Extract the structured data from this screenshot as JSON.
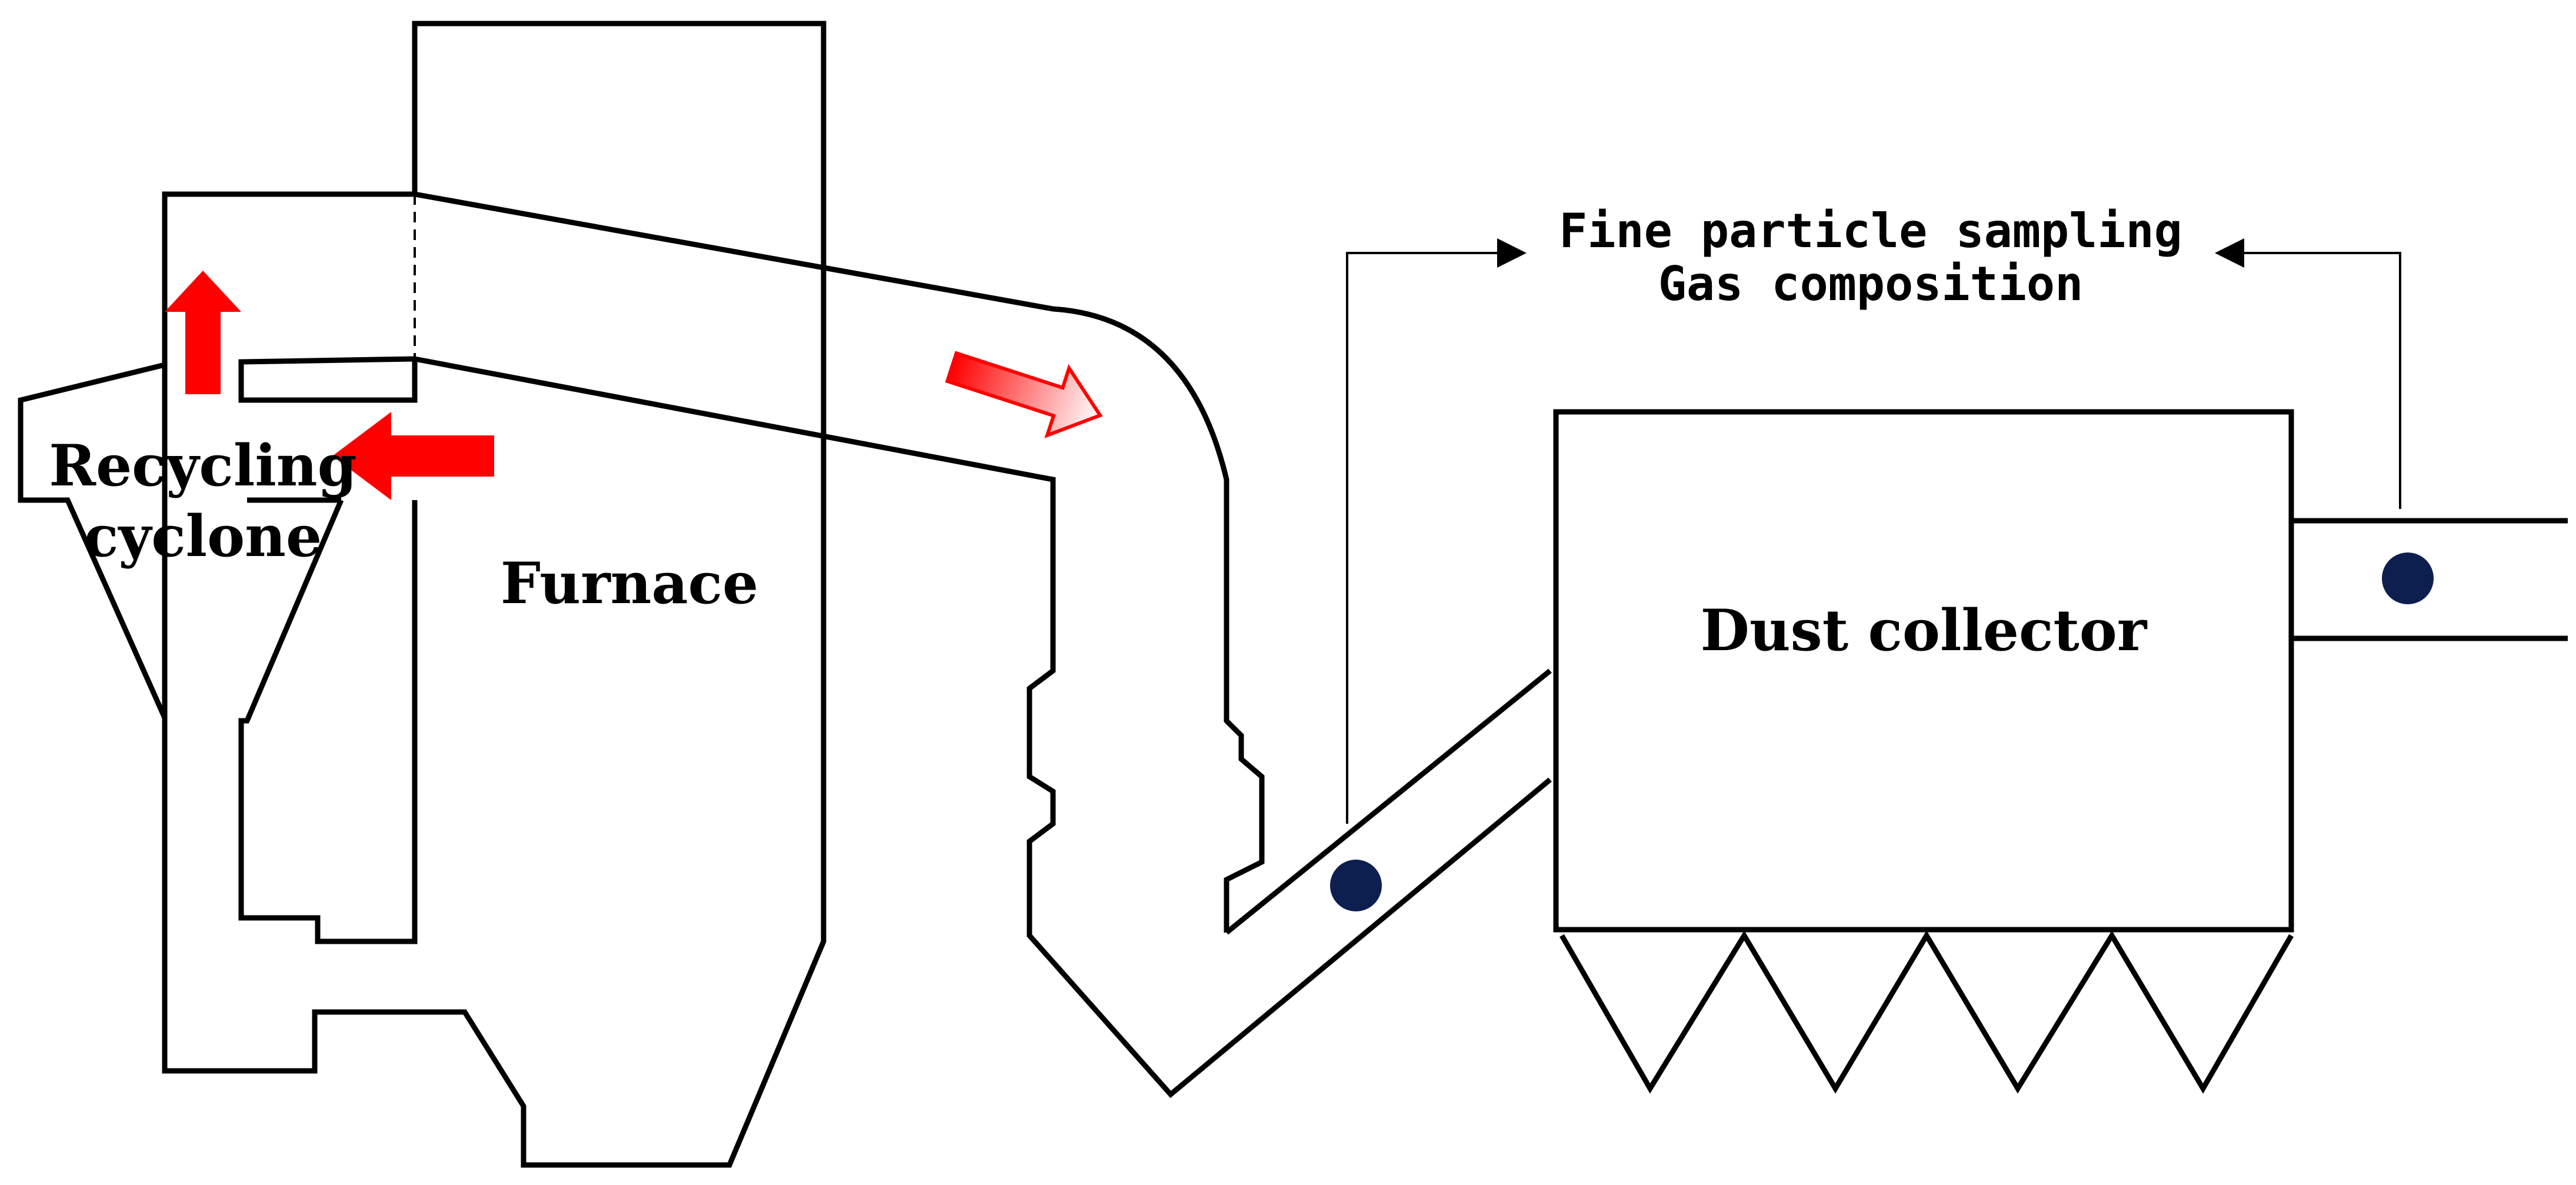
{
  "labels": {
    "recycling_cyclone_line1": "Recycling",
    "recycling_cyclone_line2": "cyclone",
    "furnace": "Furnace",
    "dust_collector": "Dust collector",
    "sampling_line1": "Fine particle sampling",
    "sampling_line2": "Gas composition"
  },
  "colors": {
    "outline": "#000000",
    "flow_arrow": "#ff0000",
    "flow_arrow_gradient_start": "#ffffff",
    "sampling_point": "#0d1f4e",
    "background": "#ffffff"
  },
  "icons": {
    "flow_up": "arrow-up-icon",
    "flow_left": "arrow-left-icon",
    "flow_right_down": "arrow-right-icon",
    "sampling_point": "circle-dot-icon"
  }
}
